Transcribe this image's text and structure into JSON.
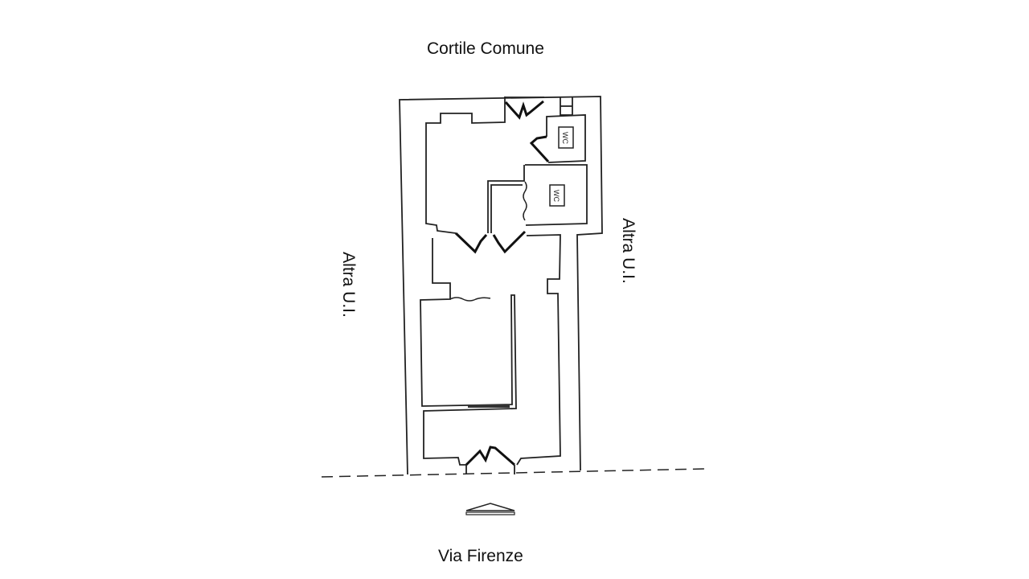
{
  "labels": {
    "top": "Cortile Comune",
    "left": "Altra U.I.",
    "right": "Altra U.I.",
    "bottom": "Via Firenze"
  },
  "rooms": {
    "wc1": "WC",
    "wc2": "WC"
  }
}
